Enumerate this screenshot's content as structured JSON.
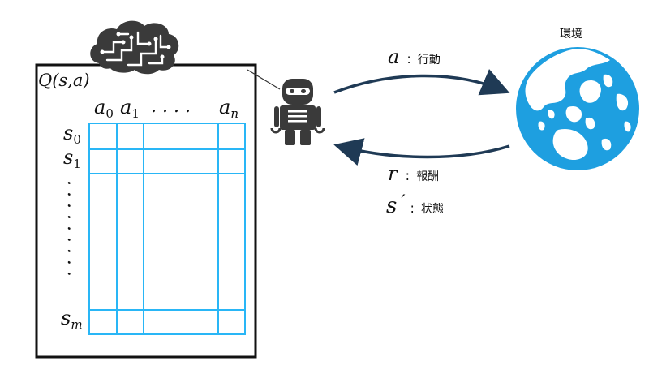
{
  "diagram": {
    "q_table": {
      "title": "Q(s,a)",
      "action_labels": {
        "first": "a",
        "first_sub": "0",
        "second": "a",
        "second_sub": "1",
        "dots": ". . . .",
        "last": "a",
        "last_sub": "n"
      },
      "state_labels": {
        "first": "s",
        "first_sub": "0",
        "second": "s",
        "second_sub": "1",
        "last": "s",
        "last_sub": "m"
      },
      "vertical_dots": ". . . . . . . . ."
    },
    "brain": {
      "icon": "brain-icon"
    },
    "agent": {
      "icon": "robot-icon"
    },
    "environment": {
      "label": "環境",
      "icon": "globe-icon"
    },
    "action_arrow": {
      "symbol": "a",
      "separator": ":",
      "label": "行動"
    },
    "reward_arrow": {
      "symbol": "r",
      "separator": ":",
      "label": "報酬"
    },
    "state_arrow": {
      "symbol": "s",
      "prime": "′",
      "separator": ":",
      "label": "状態"
    },
    "colors": {
      "grid": "#29b6f6",
      "ocean": "#1e9fe0",
      "land": "#ffffff",
      "ink": "#111111",
      "arrow": "#1f3a55",
      "icon": "#3a3a3a"
    }
  }
}
